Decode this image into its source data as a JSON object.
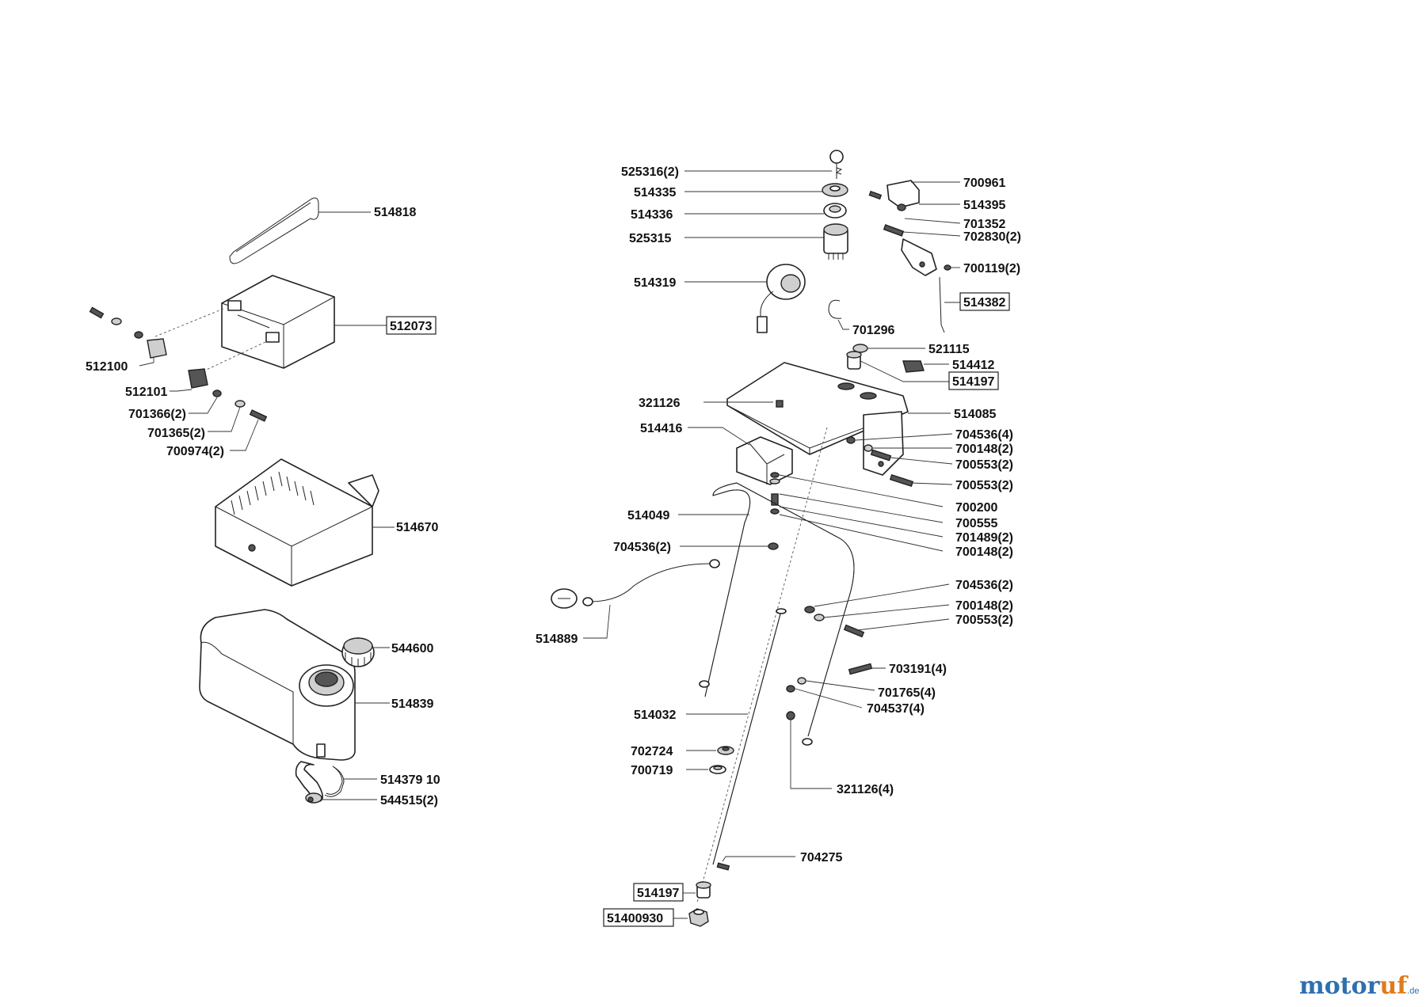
{
  "labels": {
    "l514818": "514818",
    "l512073": "512073",
    "l512100": "512100",
    "l512101": "512101",
    "l701366": "701366(2)",
    "l701365": "701365(2)",
    "l700974": "700974(2)",
    "l514670": "514670",
    "l544600": "544600",
    "l514839": "514839",
    "l514379": "514379 10",
    "l544515": "544515(2)",
    "l525316": "525316(2)",
    "l514335": "514335",
    "l514336": "514336",
    "l525315": "525315",
    "l514319": "514319",
    "l701296": "701296",
    "l700961": "700961",
    "l514395": "514395",
    "l701352": "701352",
    "l702830": "702830(2)",
    "l700119": "700119(2)",
    "l514382": "514382",
    "l521115": "521115",
    "l514412": "514412",
    "l514197a": "514197",
    "l321126": "321126",
    "l514085": "514085",
    "l514416": "514416",
    "l704536a": "704536(4)",
    "l700148a": "700148(2)",
    "l700553a": "700553(2)",
    "l700553b": "700553(2)",
    "l700200": "700200",
    "l700555": "700555",
    "l701489": "701489(2)",
    "l700148b": "700148(2)",
    "l514049": "514049",
    "l704536b": "704536(2)",
    "l704536c": "704536(2)",
    "l700148c": "700148(2)",
    "l700553c": "700553(2)",
    "l514889": "514889",
    "l703191": "703191(4)",
    "l701765": "701765(4)",
    "l704537": "704537(4)",
    "l514032": "514032",
    "l702724": "702724",
    "l700719": "700719",
    "l321126b": "321126(4)",
    "l704275": "704275",
    "l514197b": "514197",
    "l51400930": "51400930"
  },
  "watermark": {
    "brand_main": "motor",
    "brand_accent": "uf",
    "brand_tld": ".de"
  },
  "colors": {
    "brand_blue": "#2e6fb0",
    "brand_orange": "#e07a1c"
  }
}
